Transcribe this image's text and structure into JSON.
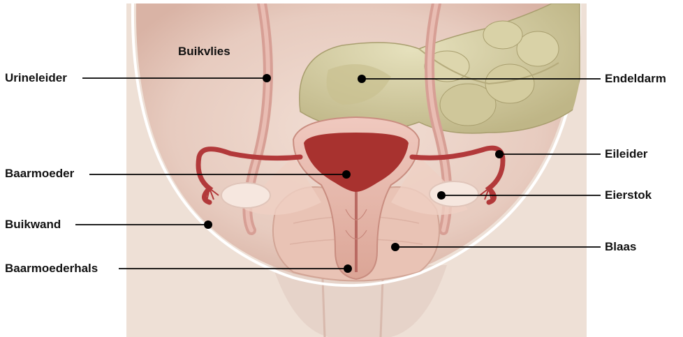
{
  "diagram": {
    "labels": {
      "buikvlies": "Buikvlies",
      "urineleider": "Urineleider",
      "baarmoeder": "Baarmoeder",
      "buikwand": "Buikwand",
      "baarmoederhals": "Baarmoederhals",
      "endeldarm": "Endeldarm",
      "eileider": "Eileider",
      "eierstok": "Eierstok",
      "blaas": "Blaas"
    },
    "colors": {
      "background_panel": "#eee0d6",
      "peritoneum": "#ead3c8",
      "rim": "#ffffff",
      "intestine": "#d9d3a8",
      "intestine_shadow": "#b6ad7d",
      "uterus": "#e8b6aa",
      "uterus_cavity": "#a8322f",
      "tube": "#b2393a",
      "bladder": "#e9c3b5",
      "ovary": "#f6e7df",
      "leader": "#000000"
    }
  }
}
